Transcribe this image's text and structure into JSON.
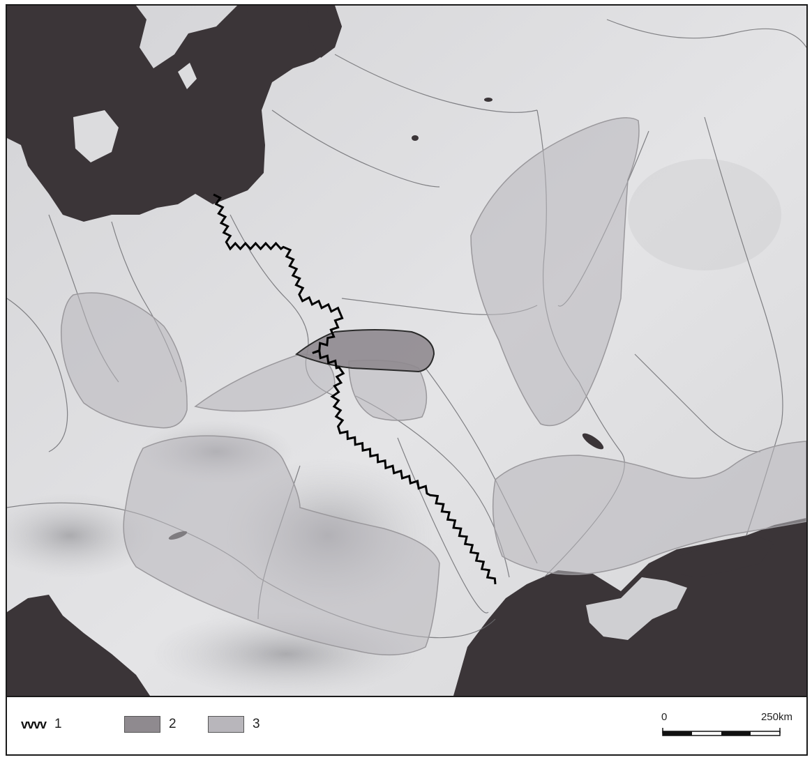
{
  "legend": {
    "items": [
      {
        "symbol": "vvvv",
        "label": "1",
        "kind": "zigzag-line"
      },
      {
        "label": "2",
        "kind": "fill",
        "color": "#8f8a8f"
      },
      {
        "label": "3",
        "kind": "fill",
        "color": "#b8b6bb"
      }
    ]
  },
  "scale_bar": {
    "start_label": "0",
    "end_label": "250km"
  },
  "colors": {
    "sea": "#3b3538",
    "land": "#dcdcde",
    "highland": "#b9b9bc",
    "rivers": "#6e6e72",
    "zone_dark": "#8f8a8f",
    "zone_light": "#b8b6bb",
    "border_line": "#000000"
  },
  "icons": [
    "zigzag-line-icon",
    "swatch-dark-icon",
    "swatch-light-icon"
  ]
}
